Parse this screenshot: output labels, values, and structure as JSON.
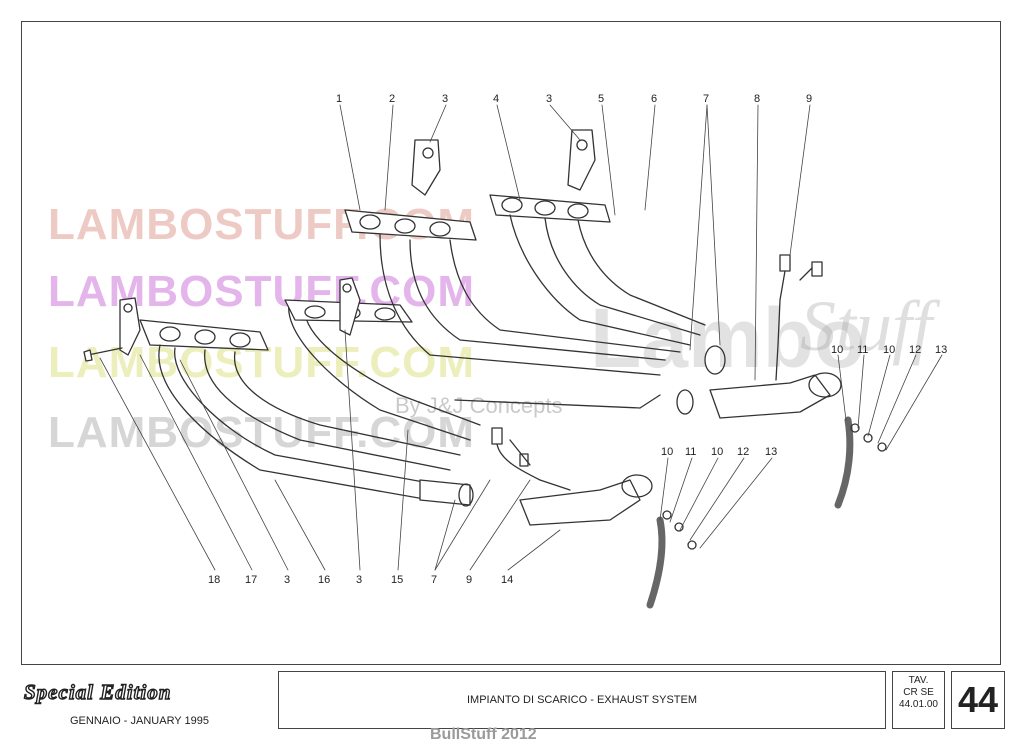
{
  "watermarks": {
    "line1": "LAMBOSTUFF.COM",
    "line2": "LAMBOSTUFF.COM",
    "line3": "LAMBOSTUFF.COM",
    "line4": "LAMBOSTUFF.COM",
    "by": "By J&J Concepts",
    "logo_mid": "Lambo",
    "logo_script": "Stuff"
  },
  "callouts": {
    "top": [
      "1",
      "2",
      "3",
      "4",
      "3",
      "5",
      "6",
      "7",
      "8",
      "9"
    ],
    "bottom": [
      "18",
      "17",
      "3",
      "16",
      "3",
      "15",
      "7",
      "9",
      "14"
    ],
    "right_upper": [
      "10",
      "11",
      "10",
      "12",
      "13"
    ],
    "right_lower": [
      "10",
      "11",
      "10",
      "12",
      "13"
    ]
  },
  "footer": {
    "brand": "Special Edition",
    "date": "GENNAIO - JANUARY 1995",
    "title": "IMPIANTO DI SCARICO - EXHAUST SYSTEM",
    "tav_label": "TAV.",
    "tav_code1": "CR SE",
    "tav_code2": "44.01.00",
    "page_number": "44",
    "credit": "BullStuff 2012"
  }
}
